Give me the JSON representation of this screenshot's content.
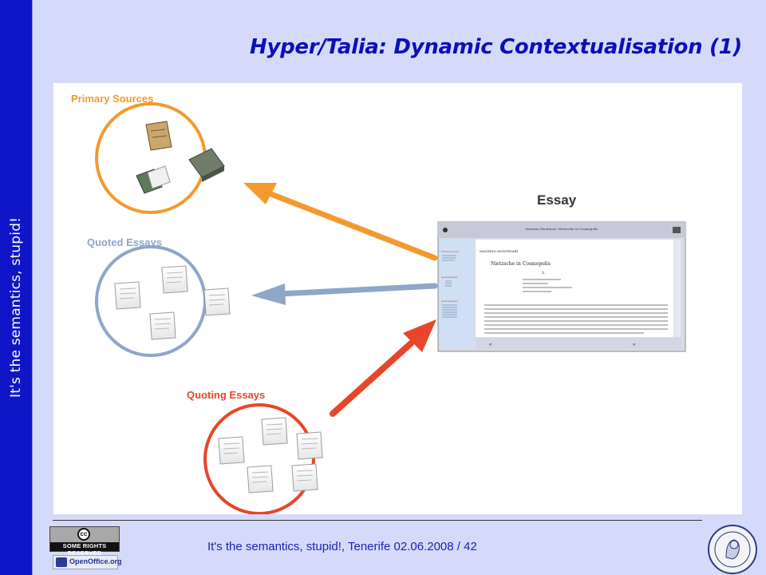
{
  "sidebar": {
    "text": "It's the semantics, stupid!"
  },
  "slide": {
    "title": "Hyper/Talia: Dynamic Contextualisation (1)"
  },
  "diagram": {
    "primary_sources_label": "Primary Sources",
    "quoted_essays_label": "Quoted Essays",
    "quoting_essays_label": "Quoting Essays",
    "essay_label": "Essay",
    "window": {
      "header": "Mazzino Montinari: Nietzsche in Cosmopolis",
      "author": "MAZZINO MONTINARI",
      "heading": "Nietzsche in Cosmopolis",
      "section_number": "1.",
      "nav_prev": "«",
      "nav_next": "»",
      "sidebar_sections": [
        "Primary Sources",
        "Quoted Essays",
        "Quoting Essays"
      ]
    },
    "colors": {
      "primary": "#f29a2e",
      "quoted": "#8ea6c8",
      "quoting": "#e8452a"
    }
  },
  "footer": {
    "text": "It's the semantics, stupid!, Tenerife 02.06.2008 / 42",
    "cc_label": "SOME RIGHTS RESERVED",
    "cc_symbol": "cc",
    "openoffice_label": "OpenOffice.org"
  }
}
